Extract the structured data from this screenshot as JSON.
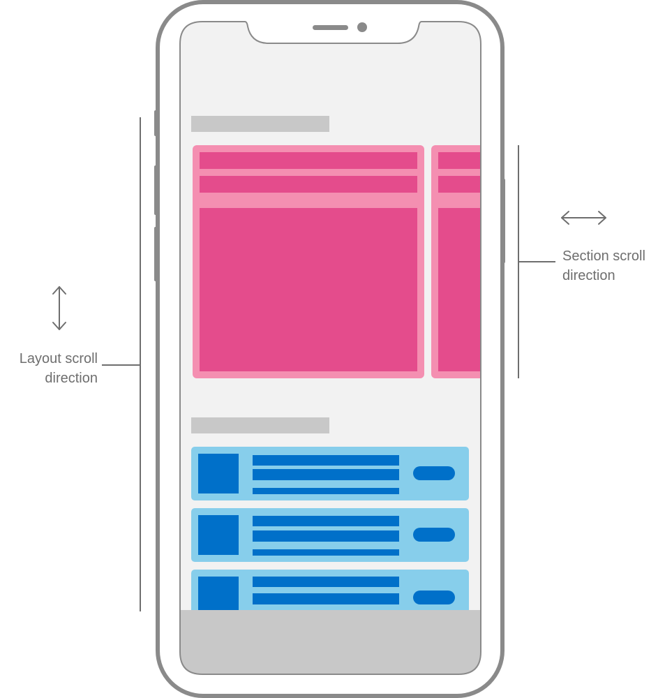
{
  "annotations": {
    "layout_scroll": {
      "line1": "Layout scroll",
      "line2": "direction"
    },
    "section_scroll": {
      "line1": "Section scroll",
      "line2": "direction"
    }
  },
  "colors": {
    "frame": "#8a8a8a",
    "screen": "#f2f2f2",
    "placeholder": "#c8c8c8",
    "pink_card": "#f48fb1",
    "pink_block": "#e44c8c",
    "blue_card": "#87ceeb",
    "blue_block": "#0070c9",
    "annotation": "#6e6e6e"
  },
  "icons": {
    "vertical_arrow": "double-vertical-arrow-icon",
    "horizontal_arrow": "double-horizontal-arrow-icon"
  }
}
